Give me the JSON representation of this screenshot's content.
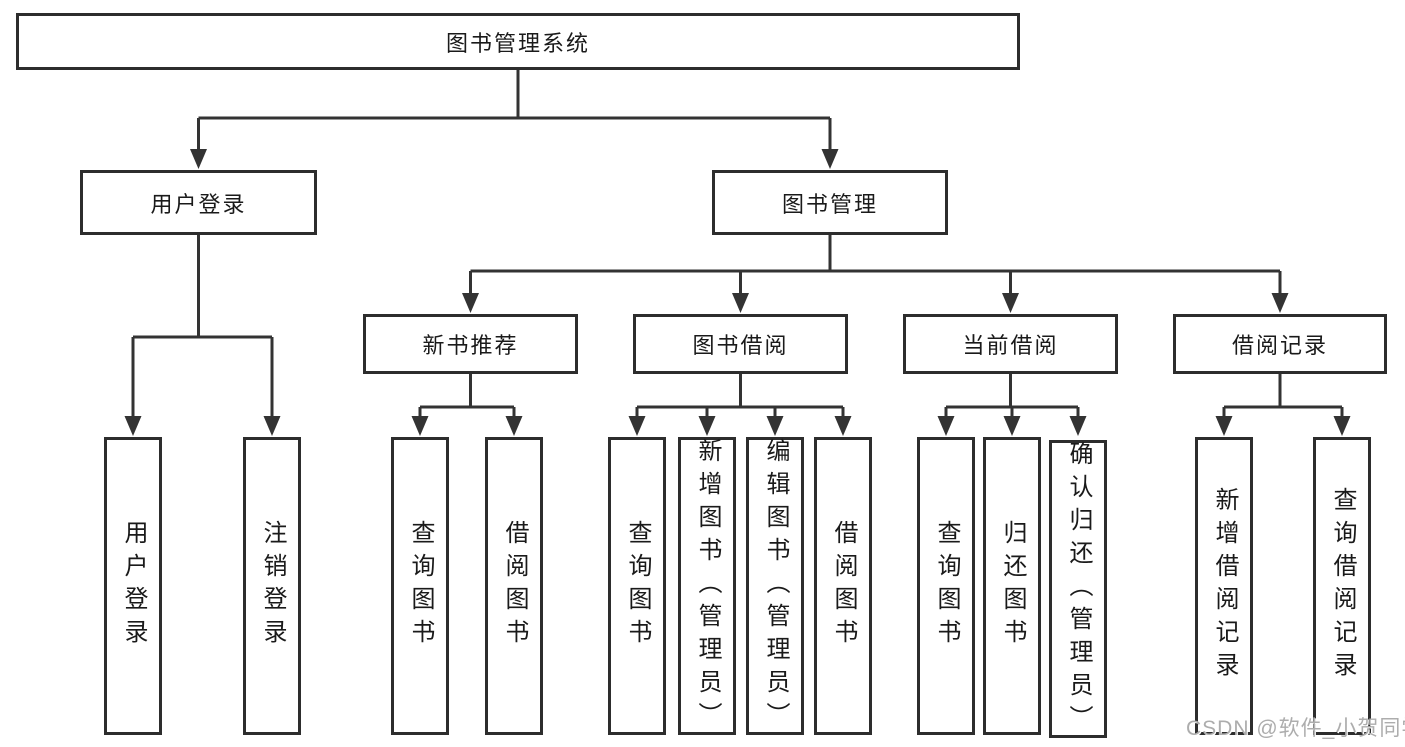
{
  "diagram": {
    "title": "图书管理系统",
    "root": {
      "label": "图书管理系统"
    },
    "level2": [
      {
        "id": "login",
        "label": "用户登录"
      },
      {
        "id": "manage",
        "label": "图书管理"
      }
    ],
    "level3": [
      {
        "id": "recommend",
        "label": "新书推荐"
      },
      {
        "id": "borrow",
        "label": "图书借阅"
      },
      {
        "id": "current",
        "label": "当前借阅"
      },
      {
        "id": "records",
        "label": "借阅记录"
      }
    ],
    "leaves": {
      "login": [
        "用户登录",
        "注销登录"
      ],
      "recommend": [
        "查询图书",
        "借阅图书"
      ],
      "borrow": [
        "查询图书",
        "新增图书（管理员）",
        "编辑图书（管理员）",
        "借阅图书"
      ],
      "current": [
        "查询图书",
        "归还图书",
        "确认归还（管理员）"
      ],
      "records": [
        "新增借阅记录",
        "查询借阅记录"
      ]
    }
  },
  "watermark": "CSDN @软件_小贺同学",
  "colors": {
    "line": "#333333",
    "box_border": "#2d2d2d",
    "text": "#1a1a1a",
    "background": "#ffffff",
    "watermark": "#adadad"
  }
}
